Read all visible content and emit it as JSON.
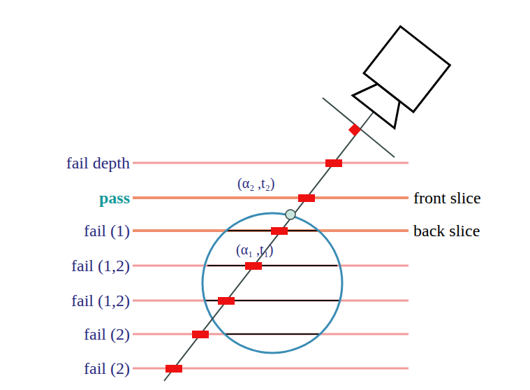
{
  "diagram": {
    "labels": [
      "fail depth",
      "pass",
      "fail (1)",
      "fail (1,2)",
      "fail (1,2)",
      "fail (2)",
      "fail (2)",
      "front slice",
      "back slice",
      "(α₂ ,t₂)",
      "(α₁ ,t₁)"
    ]
  }
}
